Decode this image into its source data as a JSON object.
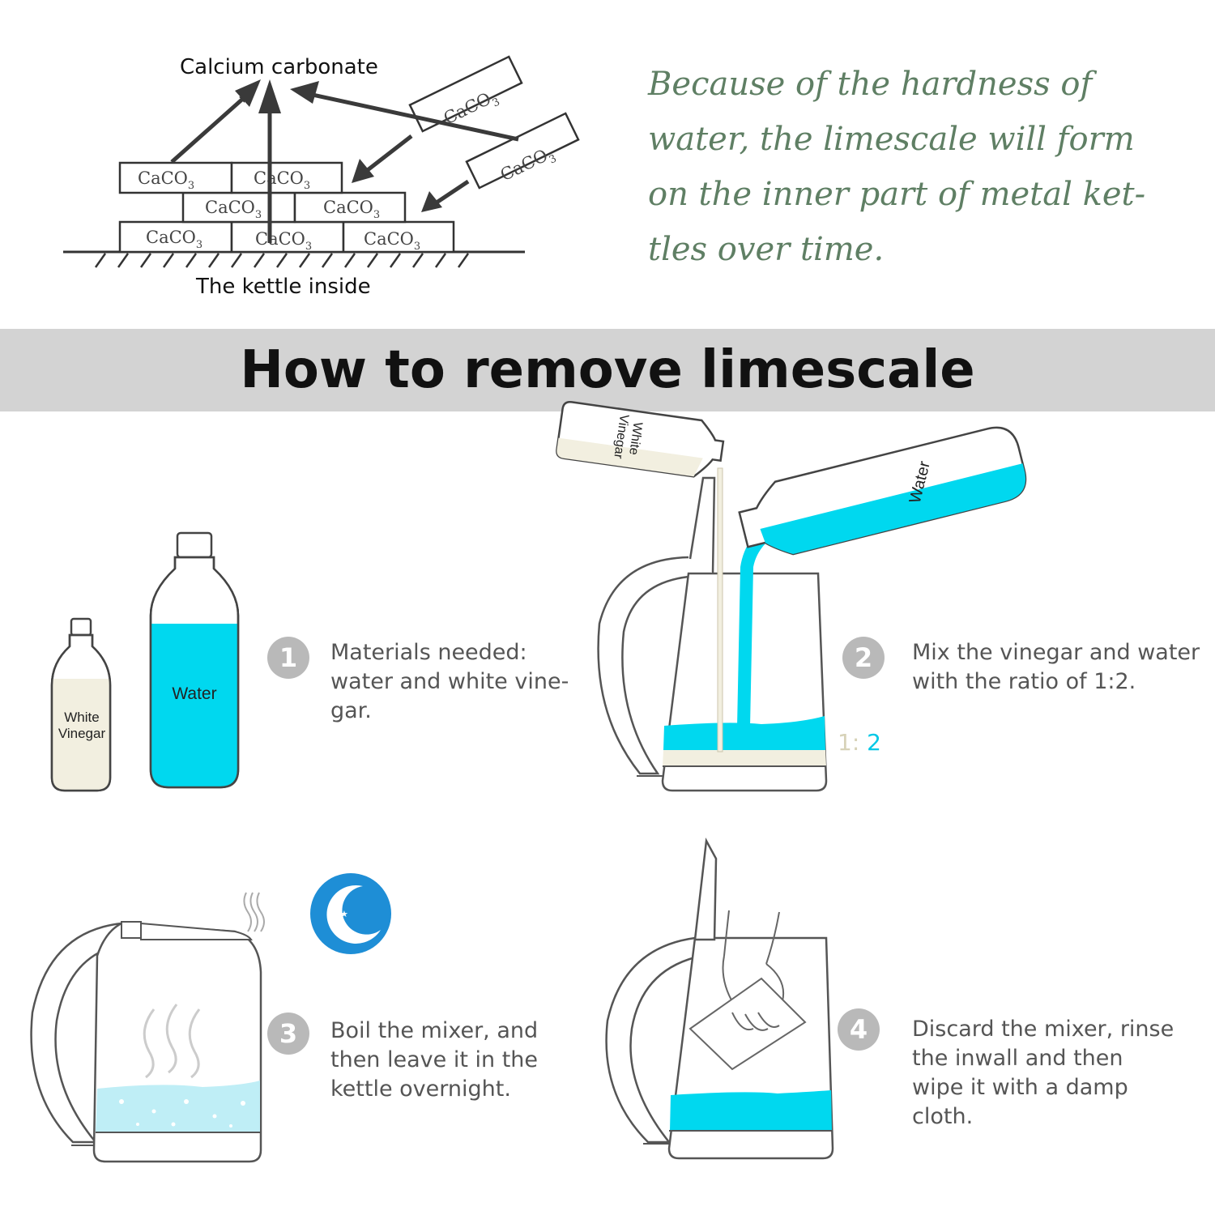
{
  "diagram": {
    "top_label": "Calcium carbonate",
    "bottom_label": "The kettle inside",
    "brick_label_base": "CaCO",
    "brick_label_sub": "3"
  },
  "intro_text": [
    "Because of the hardness of",
    "water, the limescale will form",
    "on the inner part of metal ket-",
    "tles over time."
  ],
  "banner_title": "How to remove limescale",
  "steps": [
    {
      "number": "1",
      "lines": [
        "Materials needed:",
        "water and white vine-",
        "gar."
      ]
    },
    {
      "number": "2",
      "lines": [
        "Mix the vinegar and water",
        "with the ratio of 1:2."
      ]
    },
    {
      "number": "3",
      "lines": [
        "Boil the mixer, and",
        "then leave it in the",
        "kettle overnight."
      ]
    },
    {
      "number": "4",
      "lines": [
        "Discard the mixer, rinse",
        "the inwall and then",
        "wipe it with a damp",
        "cloth."
      ]
    }
  ],
  "bottles": {
    "vinegar_label_1": "White",
    "vinegar_label_2": "Vinegar",
    "water_label": "Water"
  },
  "ratio": {
    "vinegar": "1:",
    "water": "2"
  },
  "colors": {
    "water": "#00d8ef",
    "vinegar": "#f2efe0",
    "intro_text": "#5f7f64",
    "banner": "#d3d3d3",
    "step_circle": "#b9b9b9",
    "moon_badge": "#1e8ed6"
  },
  "icons": [
    "moon-stars-icon",
    "steam-icon"
  ]
}
